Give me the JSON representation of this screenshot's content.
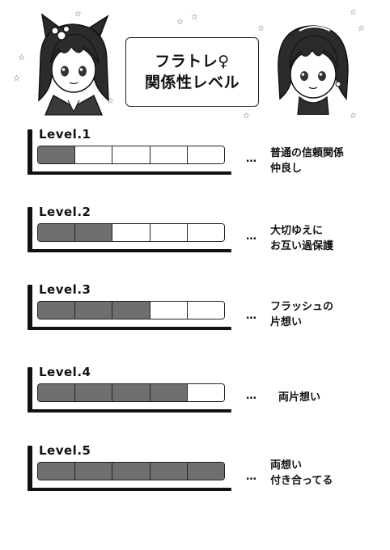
{
  "title": {
    "line1": "フラトレ♀",
    "line2": "関係性レベル"
  },
  "levels": [
    {
      "name": "Level.1",
      "filled": 1,
      "total": 5,
      "dots": "…",
      "desc1": "普通の信頼関係",
      "desc2": "仲良し"
    },
    {
      "name": "Level.2",
      "filled": 2,
      "total": 5,
      "dots": "…",
      "desc1": "大切ゆえに",
      "desc2": "お互い過保護"
    },
    {
      "name": "Level.3",
      "filled": 3,
      "total": 5,
      "dots": "…",
      "desc1": "フラッシュの",
      "desc2": "片想い"
    },
    {
      "name": "Level.4",
      "filled": 4,
      "total": 5,
      "dots": "…",
      "desc1": "両片想い",
      "desc2": ""
    },
    {
      "name": "Level.5",
      "filled": 5,
      "total": 5,
      "dots": "…",
      "desc1": "両想い",
      "desc2": "付き合ってる"
    }
  ],
  "colors": {
    "filled": "#6f6f6f",
    "empty": "#ffffff",
    "outline": "#222222"
  },
  "decor": {
    "left_character": "character-portrait",
    "right_character": "character-portrait",
    "star": "☆"
  }
}
